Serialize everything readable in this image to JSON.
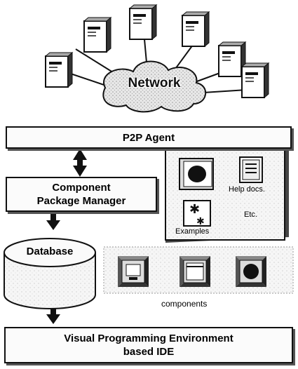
{
  "network": {
    "label": "Network"
  },
  "p2p_agent": {
    "label": "P2P Agent"
  },
  "package_manager": {
    "line1": "Component",
    "line2": "Package Manager"
  },
  "database": {
    "label": "Database"
  },
  "ide": {
    "line1": "Visual Programming Environment",
    "line2": "based IDE"
  },
  "package_panel": {
    "help_docs": "Help docs.",
    "examples": "Examples",
    "etc": "Etc."
  },
  "components": {
    "label": "components"
  },
  "servers": 6
}
